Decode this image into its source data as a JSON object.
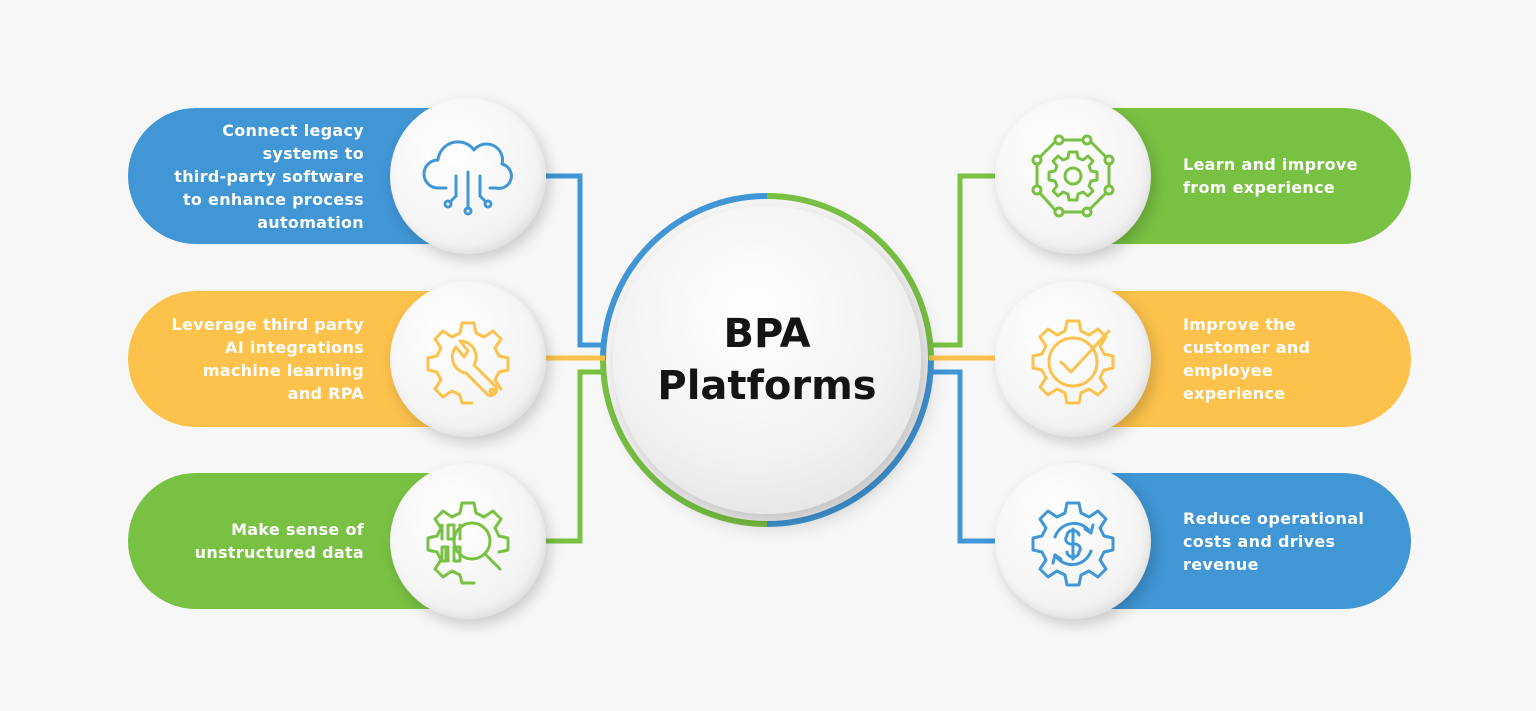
{
  "center": {
    "line1": "BPA",
    "line2": "Platforms"
  },
  "colors": {
    "blue": "#4196d6",
    "orange": "#fcc24c",
    "green": "#79c143"
  },
  "left_items": [
    {
      "text": "Connect legacy\nsystems to\nthird-party software\nto enhance process\nautomation",
      "color": "blue",
      "icon": "cloud-network-icon"
    },
    {
      "text": "Leverage third party\nAI integrations\nmachine learning\nand RPA",
      "color": "orange",
      "icon": "gear-wrench-icon"
    },
    {
      "text": "Make sense of\nunstructured data",
      "color": "green",
      "icon": "binary-search-gear-icon"
    }
  ],
  "right_items": [
    {
      "text": "Learn and improve\nfrom experience",
      "color": "green",
      "icon": "gear-network-icon"
    },
    {
      "text": "Improve the\ncustomer and\nemployee\nexperience",
      "color": "orange",
      "icon": "gear-check-icon"
    },
    {
      "text": "Reduce operational\ncosts and drives\nrevenue",
      "color": "blue",
      "icon": "dollar-cycle-gear-icon"
    }
  ]
}
